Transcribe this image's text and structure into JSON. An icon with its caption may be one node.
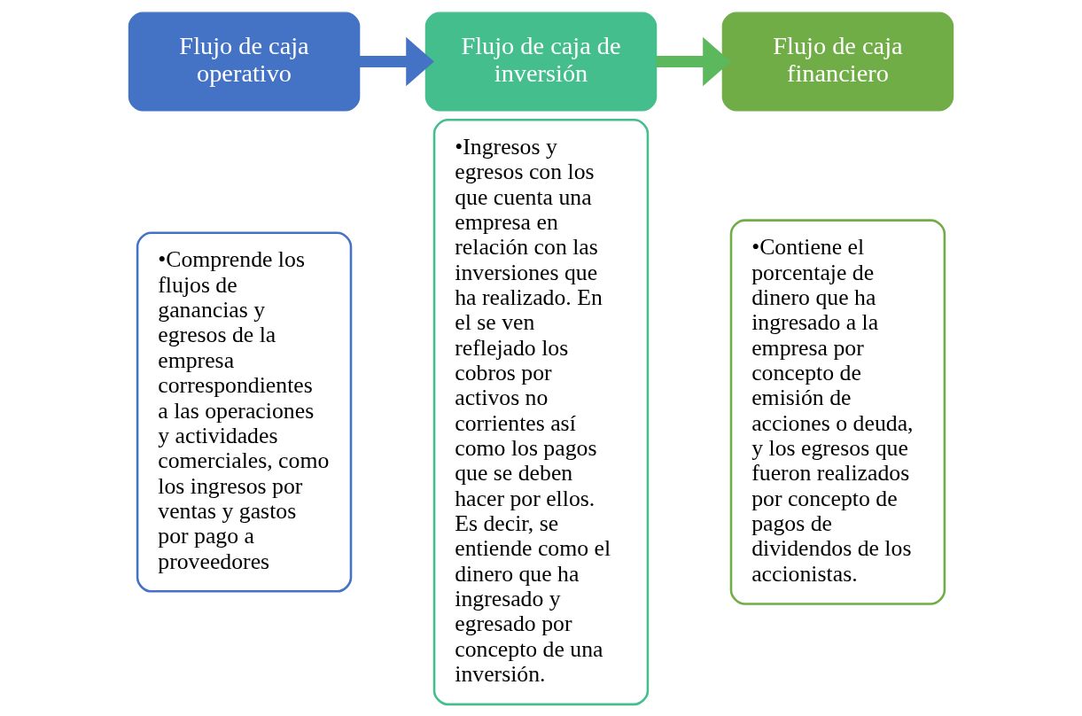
{
  "diagram": {
    "nodes": [
      {
        "text": [
          "Flujo de caja operativo"
        ]
      },
      {
        "text": [
          "•Comprende los flujos de ganancias y egresos de la empresa correspondientes a las operaciones y actividades comerciales, como los ingresos por ventas y gastos por pago a proveedores"
        ]
      },
      {
        "text": [
          "Flujo de caja de inversión"
        ]
      },
      {
        "text": [
          "•Ingresos y egresos con los que cuenta una empresa en relación con las inversiones que ha realizado. En el se ven reflejado los cobros por activos no corrientes así como los pagos que se deben hacer por ellos. Es decir, se entiende como el dinero que ha ingresado y egresado por concepto de una inversión."
        ]
      },
      {
        "text": [
          "Flujo de caja financiero"
        ]
      },
      {
        "text": [
          "•Contiene el porcentaje de dinero que ha ingresado a la empresa por concepto de emisión de acciones o deuda, y los egresos que fueron realizados por concepto de pagos de dividendos de los accionistas."
        ]
      }
    ],
    "edges": [
      {
        "from": 0,
        "to": 2,
        "arrow": "to",
        "color": "#4472c4"
      },
      {
        "from": 2,
        "to": 4,
        "arrow": "to",
        "color": "#5cb85c"
      }
    ]
  }
}
